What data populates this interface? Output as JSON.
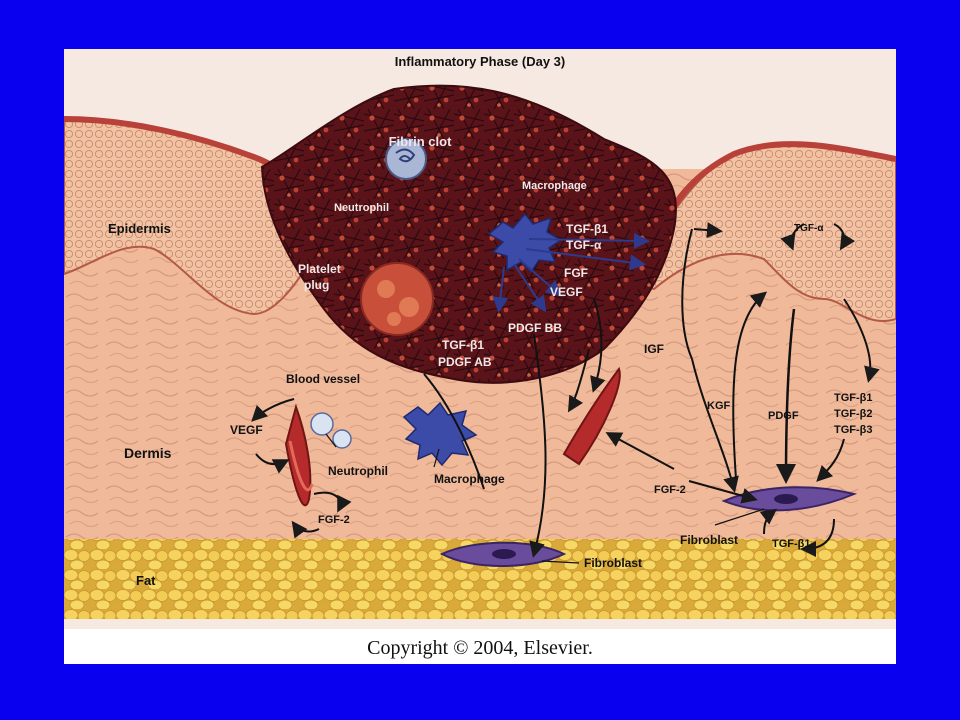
{
  "slide": {
    "background_color": "#0a00f0",
    "copyright": "Copyright © 2004, Elsevier."
  },
  "figure": {
    "title": "Inflammatory Phase (Day 3)",
    "colors": {
      "skin": "#efb99a",
      "epidermis": "#e6a07d",
      "clot": "#5a1318",
      "fat": "#f2c94c",
      "cells": "#3c3b9c"
    },
    "labels": {
      "fibrin_clot": "Fibrin clot",
      "neutrophil_clot": "Neutrophil",
      "macrophage_clot": "Macrophage",
      "epidermis": "Epidermis",
      "platelet_plug_1": "Platelet",
      "platelet_plug_2": "plug",
      "tgf_b1_top": "TGF-β1",
      "tgf_a_top": "TGF-α",
      "fgf": "FGF",
      "vegf_center": "VEGF",
      "pdgf_bb": "PDGF BB",
      "tgf_b1_mid": "TGF-β1",
      "pdgf_ab": "PDGF AB",
      "blood_vessel": "Blood vessel",
      "vegf_left": "VEGF",
      "dermis": "Dermis",
      "neutrophil_dermis": "Neutrophil",
      "macrophage_dermis": "Macrophage",
      "fgf2_left": "FGF-2",
      "fat": "Fat",
      "fibroblast_bottom": "Fibroblast",
      "igf": "IGF",
      "kgf": "KGF",
      "pdgf_right": "PDGF",
      "tgf_b1_right": "TGF-β1",
      "tgf_b2_right": "TGF-β2",
      "tgf_b3_right": "TGF-β3",
      "fgf2_right": "FGF-2",
      "fibroblast_right": "Fibroblast",
      "tgf_b1_bottom": "TGF-β1",
      "tgf_a_right": "TGF-α"
    }
  }
}
